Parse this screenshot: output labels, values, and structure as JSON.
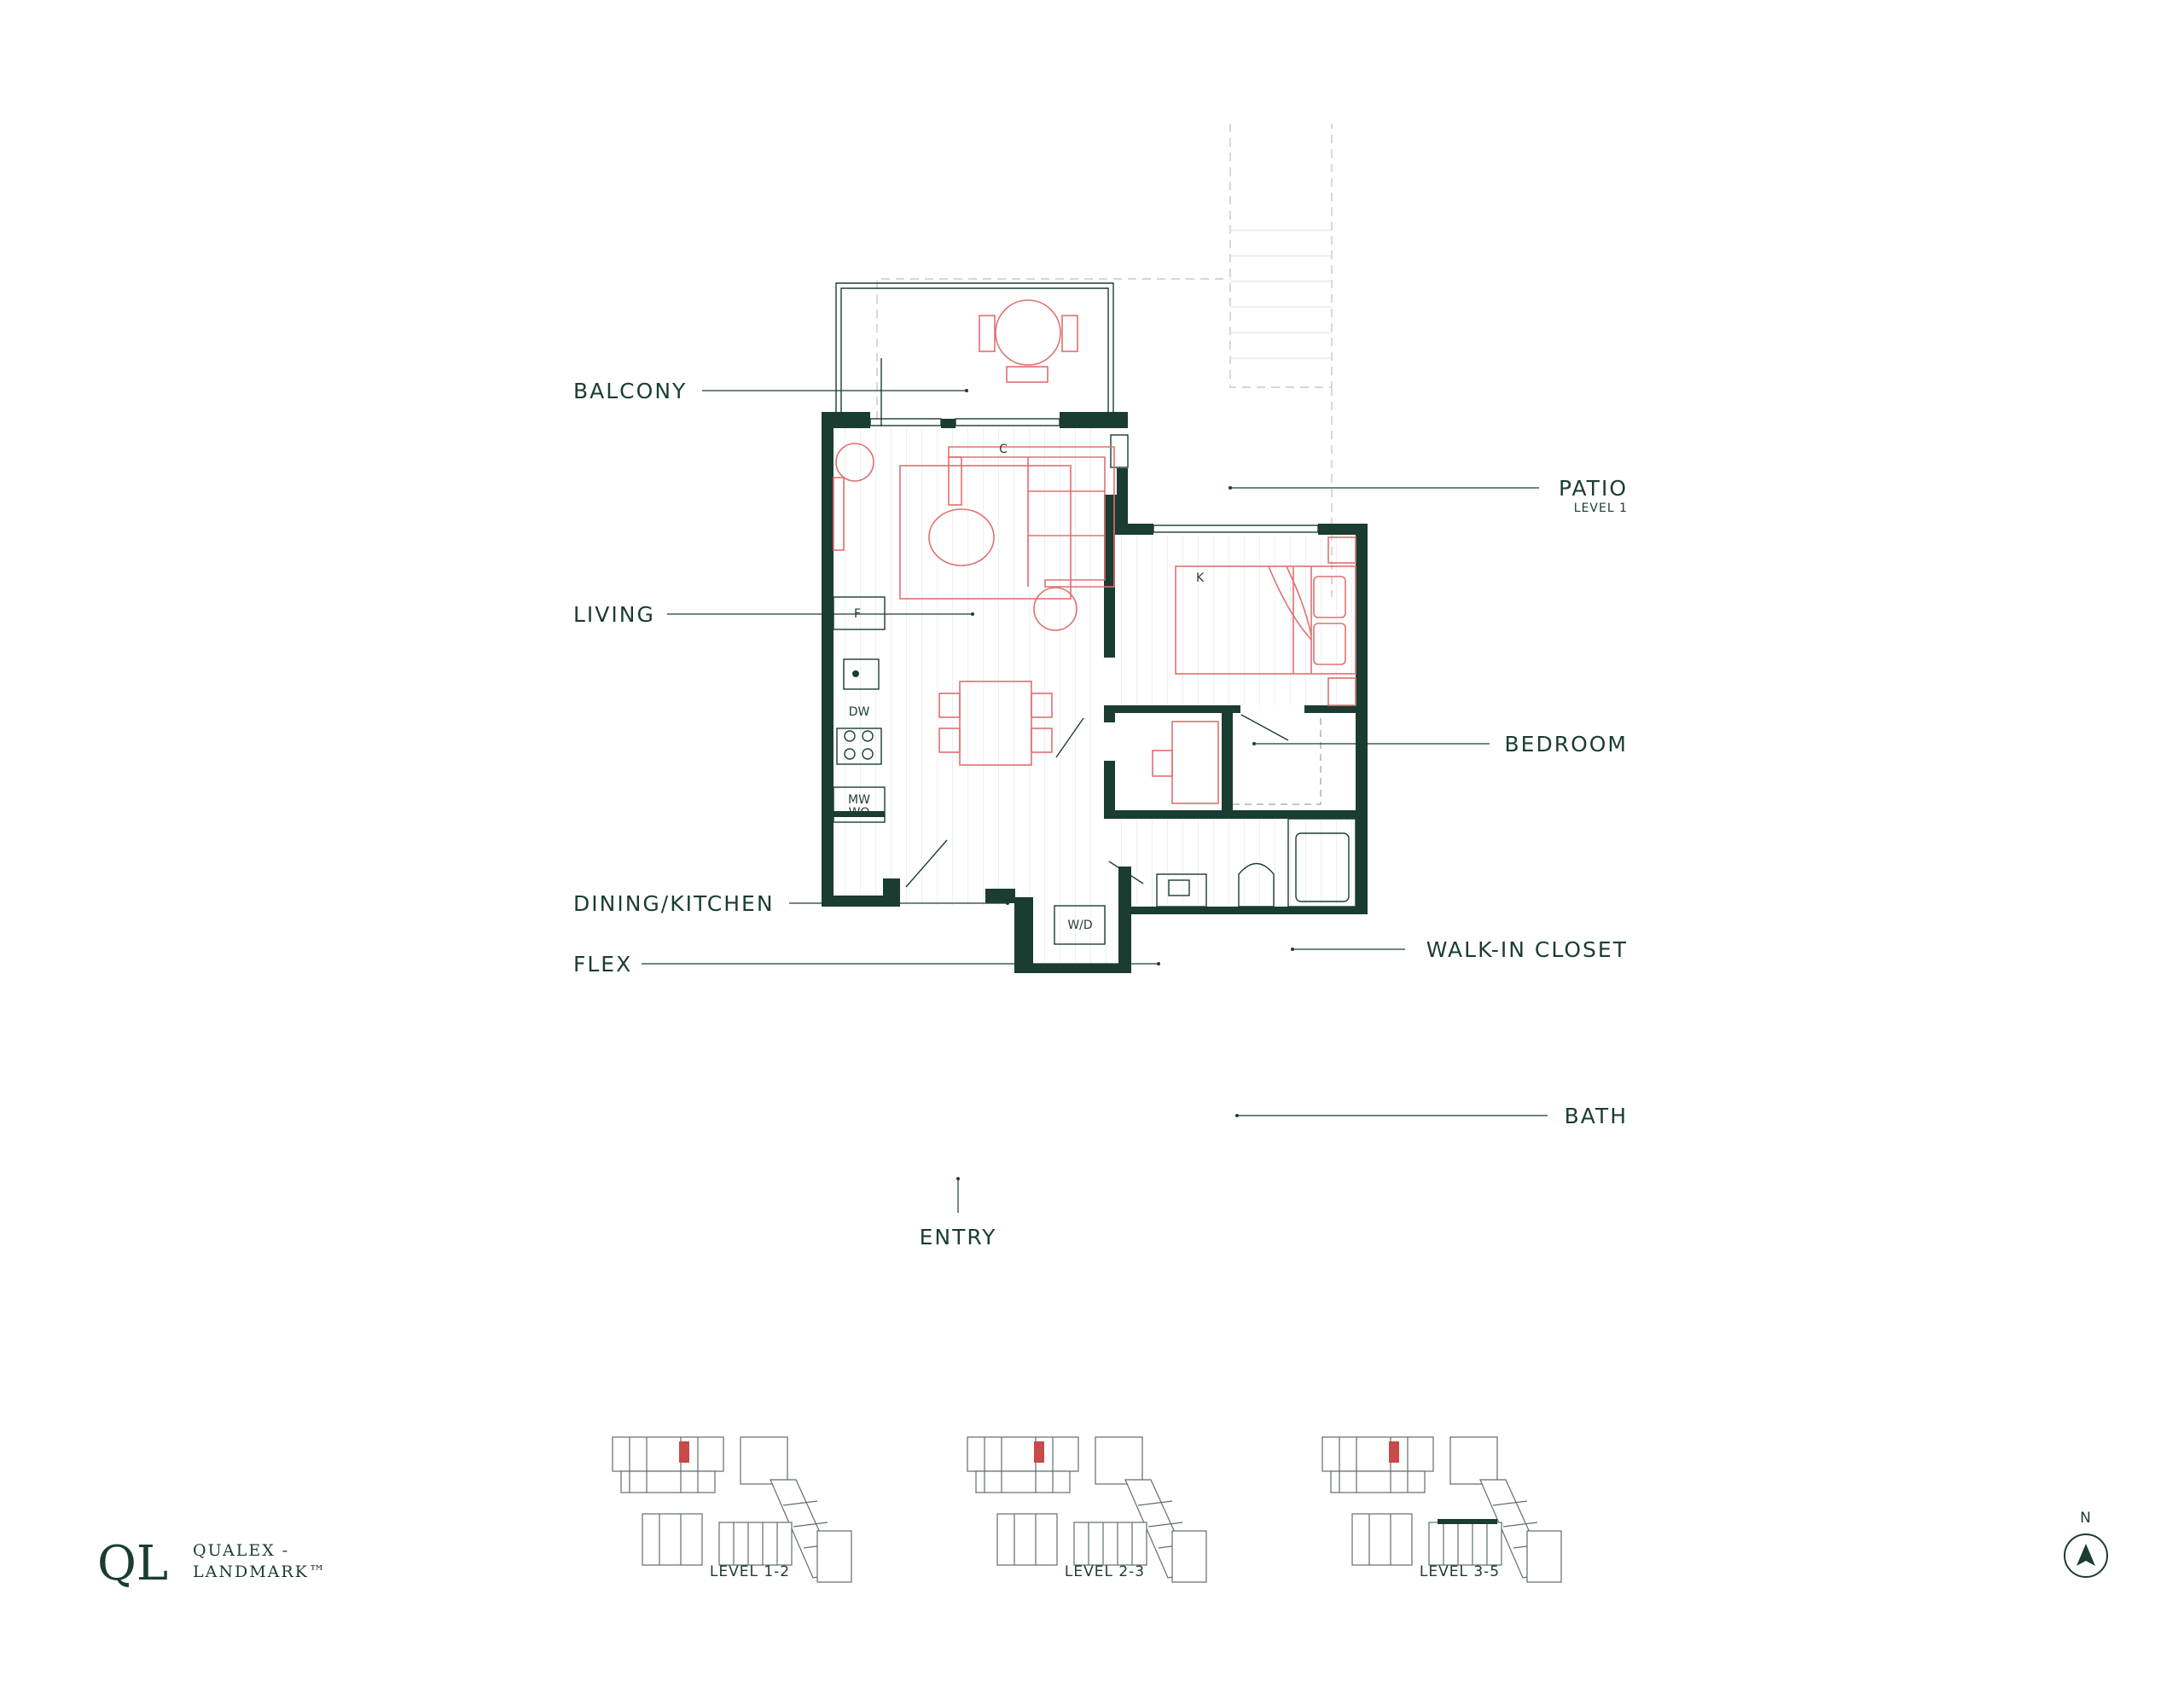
{
  "colors": {
    "wall": "#1a3c31",
    "furniture": "#e07070",
    "text": "#1b3d31",
    "highlight": "#c94a4a"
  },
  "rooms": {
    "balcony": "BALCONY",
    "living": "LIVING",
    "dining_kitchen": "DINING/KITCHEN",
    "flex": "FLEX",
    "entry": "ENTRY",
    "patio": "PATIO",
    "patio_sub": "LEVEL 1",
    "bedroom": "BEDROOM",
    "walk_in_closet": "WALK-IN CLOSET",
    "bath": "BATH"
  },
  "fixtures": {
    "closet": "C",
    "fridge": "F",
    "dishwasher": "DW",
    "microwave": "MW",
    "wall_oven": "WO",
    "washer_dryer": "W/D",
    "bed": "K"
  },
  "keyplans": [
    {
      "label": "LEVEL 1-2"
    },
    {
      "label": "LEVEL 2-3"
    },
    {
      "label": "LEVEL 3-5"
    }
  ],
  "logo": {
    "mark": "QL",
    "line1": "QUALEX -",
    "line2": "LANDMARK™"
  },
  "compass": {
    "label": "N"
  }
}
